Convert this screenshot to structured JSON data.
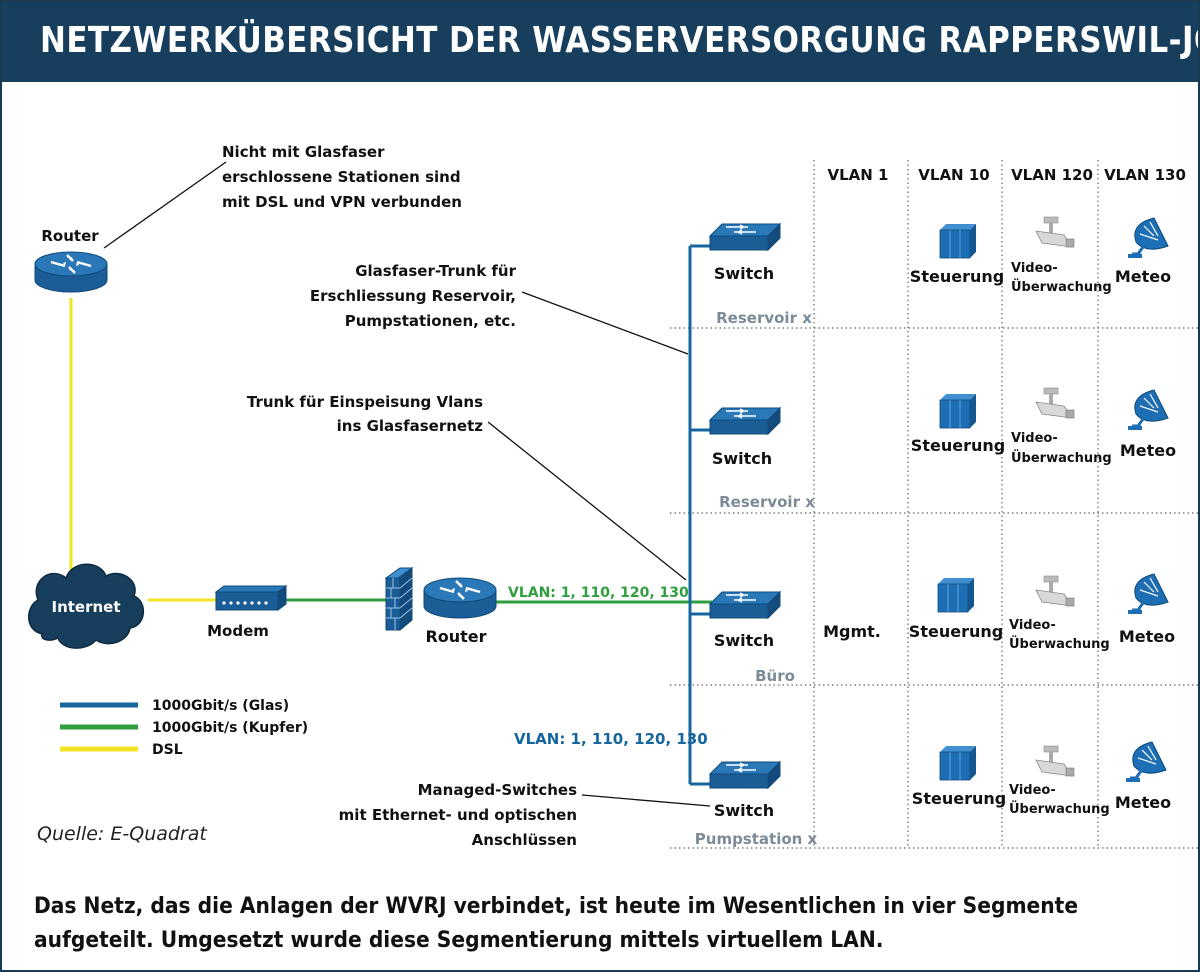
{
  "title": "NETZWERKÜBERSICHT DER WASSERVERSORGUNG RAPPERSWIL-JONA",
  "colors": {
    "title_bg": "#173e5c",
    "glass": "#15659e",
    "copper": "#2e9e3e",
    "dsl": "#f2e422",
    "device": "#2163a3",
    "label_gray": "#7d8a98"
  },
  "vlan_headers": [
    "VLAN 1",
    "VLAN 10",
    "VLAN 120",
    "VLAN 130"
  ],
  "segments": [
    {
      "switch": "Switch",
      "location": "Reservoir x",
      "vlan1": "",
      "steuerung": "Steuerung",
      "video": [
        "Video-",
        "Überwachung"
      ],
      "meteo": "Meteo"
    },
    {
      "switch": "Switch",
      "location": "Reservoir x",
      "vlan1": "",
      "steuerung": "Steuerung",
      "video": [
        "Video-",
        "Überwachung"
      ],
      "meteo": "Meteo"
    },
    {
      "switch": "Switch",
      "location": "Büro",
      "vlan1": "Mgmt.",
      "steuerung": "Steuerung",
      "video": [
        "Video-",
        "Überwachung"
      ],
      "meteo": "Meteo"
    },
    {
      "switch": "Switch",
      "location": "Pumpstation x",
      "vlan1": "",
      "steuerung": "Steuerung",
      "video": [
        "Video-",
        "Überwachung"
      ],
      "meteo": "Meteo"
    }
  ],
  "devices": {
    "router_top": "Router",
    "internet": "Internet",
    "modem": "Modem",
    "router_main": "Router"
  },
  "annotations": {
    "dsl_note": [
      "Nicht mit Glasfaser",
      "erschlossene Stationen sind",
      "mit DSL und VPN verbunden"
    ],
    "trunk_glass": [
      "Glasfaser-Trunk für",
      "Erschliessung Reservoir,",
      "Pumpstationen, etc."
    ],
    "trunk_feed": [
      "Trunk für Einspeisung Vlans",
      "ins Glasfasernetz"
    ],
    "managed_switches": [
      "Managed-Switches",
      "mit Ethernet- und optischen",
      "Anschlüssen"
    ],
    "vlan_green": "VLAN: 1, 110, 120, 130",
    "vlan_blue": "VLAN: 1, 110, 120, 130"
  },
  "legend": [
    {
      "color": "glass",
      "label": "1000Gbit/s (Glas)"
    },
    {
      "color": "copper",
      "label": "1000Gbit/s (Kupfer)"
    },
    {
      "color": "dsl",
      "label": "DSL"
    }
  ],
  "source": "Quelle: E-Quadrat",
  "caption": [
    "Das Netz, das die Anlagen der WVRJ verbindet, ist heute im Wesentlichen in vier Segmente",
    "aufgeteilt. Umgesetzt wurde diese Segmentierung mittels virtuellem LAN."
  ]
}
